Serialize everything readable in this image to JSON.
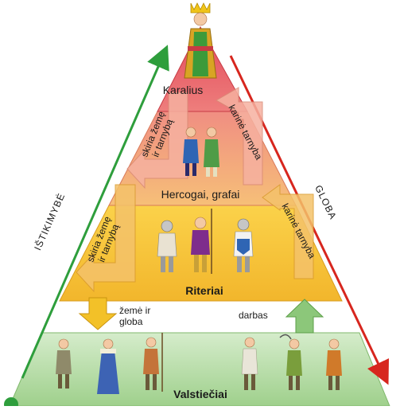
{
  "diagram": {
    "levels": {
      "king": "Karalius",
      "dukes": "Hercogai, grafai",
      "knights": "Riteriai",
      "peasants": "Valstiečiai"
    },
    "arrows": {
      "grant_land_top": [
        "skiria žemę",
        "ir tarnybą"
      ],
      "grant_land_mid": [
        "skiria žemę",
        "ir tarnybą"
      ],
      "military_top": "karinė tarnyba",
      "military_mid": "karinė tarnyba",
      "land_protection": [
        "žemė ir",
        "globa"
      ],
      "work": "darbas"
    },
    "side_labels": {
      "loyalty": "IŠTIKIMYBĖ",
      "protection": "GLOBA"
    },
    "colors": {
      "king_level": "#e9626d",
      "dukes_level": "#f0a57a",
      "knights_level": "#f6c43c",
      "peasants_level": "#b6dca6",
      "loyalty_arrow": "#2e9e3c",
      "protection_arrow": "#d7261e"
    }
  }
}
